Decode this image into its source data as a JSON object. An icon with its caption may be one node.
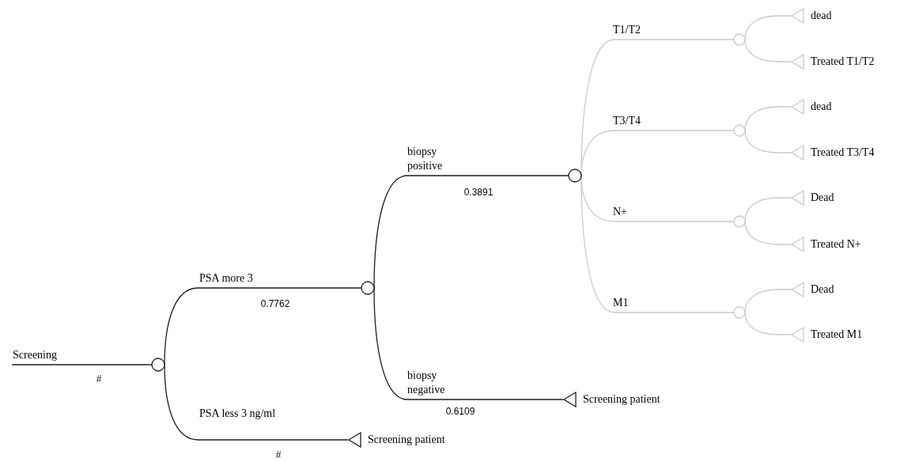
{
  "diagram": {
    "nodes": [
      {
        "text": [],
        "shape": "circle"
      },
      {
        "text": [],
        "shape": "circle"
      },
      {
        "text": [],
        "shape": "triangle",
        "beside": [
          "Screening patient"
        ]
      },
      {
        "text": [],
        "shape": "circle"
      },
      {
        "text": [],
        "shape": "triangle",
        "beside": [
          "Screening patient"
        ]
      },
      {
        "text": [],
        "shape": "circle"
      },
      {
        "text": [],
        "shape": "triangle",
        "beside": [
          "dead"
        ]
      },
      {
        "text": [],
        "shape": "triangle",
        "beside": [
          "Treated T1/T2"
        ]
      },
      {
        "text": [],
        "shape": "circle"
      },
      {
        "text": [],
        "shape": "triangle",
        "beside": [
          "dead"
        ]
      },
      {
        "text": [],
        "shape": "triangle",
        "beside": [
          "Treated T3/T4"
        ]
      },
      {
        "text": [],
        "shape": "circle"
      },
      {
        "text": [],
        "shape": "triangle",
        "beside": [
          "Dead"
        ]
      },
      {
        "text": [],
        "shape": "triangle",
        "beside": [
          "Treated N+"
        ]
      },
      {
        "text": [],
        "shape": "circle"
      },
      {
        "text": [],
        "shape": "triangle",
        "beside": [
          "Dead"
        ]
      },
      {
        "text": [],
        "shape": "triangle",
        "beside": [
          "Treated M1"
        ]
      }
    ],
    "edges": [
      {
        "from": null,
        "to": 0,
        "arrow": "none",
        "label": "Screening",
        "color": "#1e1e1e"
      },
      {
        "from": 0,
        "to": 1,
        "arrow": "none",
        "label": "PSA more 3",
        "color": "#1e1e1e"
      },
      {
        "from": 0,
        "to": 2,
        "arrow": "none",
        "label": "PSA less 3 ng/ml",
        "color": "#1e1e1e"
      },
      {
        "from": 1,
        "to": 3,
        "arrow": "none",
        "label": "biopsy positive",
        "color": "#1e1e1e"
      },
      {
        "from": 1,
        "to": 4,
        "arrow": "none",
        "label": "biopsy negative",
        "color": "#1e1e1e"
      },
      {
        "from": 3,
        "to": 5,
        "arrow": "none",
        "label": "T1/T2"
      },
      {
        "from": 3,
        "to": 8,
        "arrow": "none",
        "label": "T3/T4"
      },
      {
        "from": 3,
        "to": 11,
        "arrow": "none",
        "label": "N+"
      },
      {
        "from": 3,
        "to": 14,
        "arrow": "none",
        "label": "M1"
      },
      {
        "from": 5,
        "to": 6,
        "arrow": "none"
      },
      {
        "from": 5,
        "to": 7,
        "arrow": "none"
      },
      {
        "from": 8,
        "to": 9,
        "arrow": "none"
      },
      {
        "from": 8,
        "to": 10,
        "arrow": "none"
      },
      {
        "from": 11,
        "to": 12,
        "arrow": "none"
      },
      {
        "from": 11,
        "to": 13,
        "arrow": "none"
      },
      {
        "from": 14,
        "to": 15,
        "arrow": "none"
      },
      {
        "from": 14,
        "to": 16,
        "arrow": "none"
      }
    ],
    "labels": [
      "0.3891",
      "0.7762",
      "#",
      "0.6109",
      "#"
    ]
  }
}
